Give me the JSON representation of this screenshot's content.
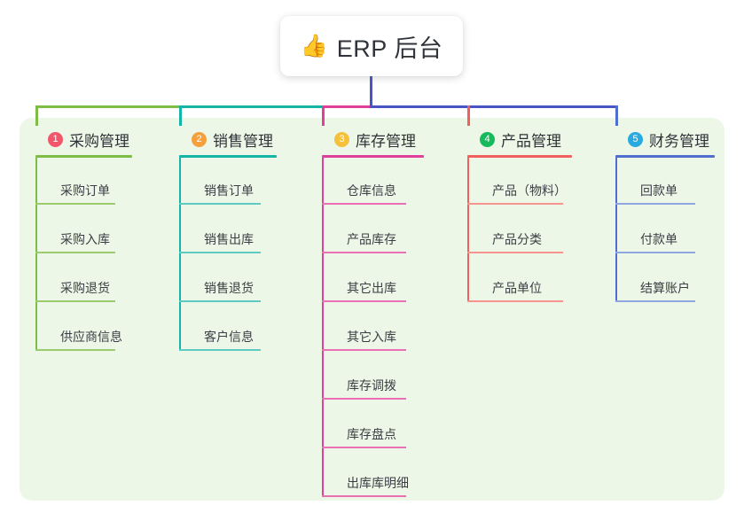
{
  "root": {
    "emoji_icon": "thumbs-up-icon",
    "emoji": "👍",
    "label": "ERP 后台"
  },
  "colors": {
    "canvas_background": "#FFFFFF",
    "panel_background": "#EDF7E8",
    "title_text": "#30343A",
    "leaf_text": "#3A3F45",
    "bus_green": "#7DBC45",
    "bus_teal": "#14B5A6",
    "bus_magenta": "#E0409B",
    "bus_indigo": "#4A55C4",
    "stub_red": "#F2605E",
    "stub_blue": "#4E6FD0"
  },
  "columns": [
    {
      "number": "1",
      "title": "采购管理",
      "badge_color": "#F2566B",
      "rule_color": "#7DBC45",
      "trunk_color": "#7DBC45",
      "leaf_rule_color": "#9CCB6E",
      "items": [
        "采购订单",
        "采购入库",
        "采购退货",
        "供应商信息"
      ]
    },
    {
      "number": "2",
      "title": "销售管理",
      "badge_color": "#F5A03C",
      "rule_color": "#14B5A6",
      "trunk_color": "#14B5A6",
      "leaf_rule_color": "#5ECBC0",
      "items": [
        "销售订单",
        "销售出库",
        "销售退货",
        "客户信息"
      ]
    },
    {
      "number": "3",
      "title": "库存管理",
      "badge_color": "#F5C13C",
      "rule_color": "#E0409B",
      "trunk_color": "#E0409B",
      "leaf_rule_color": "#EB6FB3",
      "items": [
        "仓库信息",
        "产品库存",
        "其它出库",
        "其它入库",
        "库存调拨",
        "库存盘点",
        "出库库明细"
      ]
    },
    {
      "number": "4",
      "title": "产品管理",
      "badge_color": "#16B95C",
      "rule_color": "#F2605E",
      "trunk_color": "#F2605E",
      "leaf_rule_color": "#F79490",
      "items": [
        "产品（物料）",
        "产品分类",
        "产品单位"
      ]
    },
    {
      "number": "5",
      "title": "财务管理",
      "badge_color": "#29ABE2",
      "rule_color": "#4E6FD0",
      "trunk_color": "#4E6FD0",
      "leaf_rule_color": "#8FA6E0",
      "items": [
        "回款单",
        "付款单",
        "结算账户"
      ]
    }
  ]
}
